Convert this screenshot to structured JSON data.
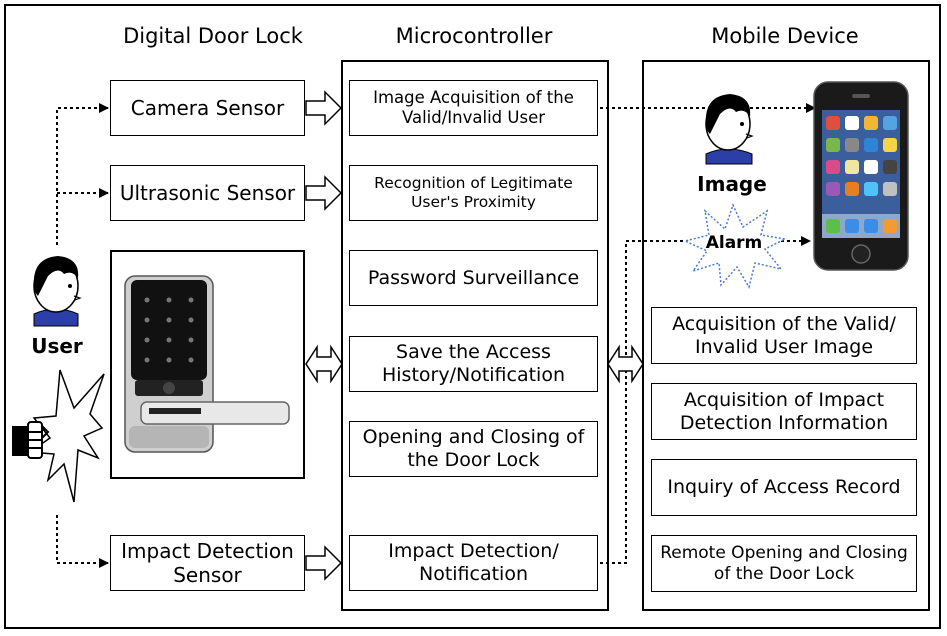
{
  "columns": {
    "left": "Digital Door Lock",
    "middle": "Microcontroller",
    "right": "Mobile Device"
  },
  "lock_boxes": {
    "camera": "Camera Sensor",
    "ultrasonic": "Ultrasonic Sensor",
    "impact": "Impact Detection Sensor"
  },
  "micro_boxes": {
    "image_acq": "Image Acquisition of the Valid/Invalid User",
    "recognition": "Recognition of Legitimate User's Proximity",
    "password": "Password Surveillance",
    "save_access": "Save the Access History/Notification",
    "opening": "Opening and Closing of the Door Lock",
    "impact_notify": "Impact Detection/ Notification"
  },
  "mobile_boxes": {
    "acq_user": "Acquisition of the Valid/ Invalid User Image",
    "acq_impact": "Acquisition of Impact Detection Information",
    "inquiry": "Inquiry of Access Record",
    "remote": "Remote Opening and Closing of the Door Lock"
  },
  "labels": {
    "user": "User",
    "image": "Image",
    "alarm": "Alarm"
  },
  "icons": {
    "user": "person-icon",
    "image_person": "person-icon",
    "fist": "fist-icon",
    "phone": "smartphone-icon",
    "door_lock": "door-lock-icon"
  }
}
